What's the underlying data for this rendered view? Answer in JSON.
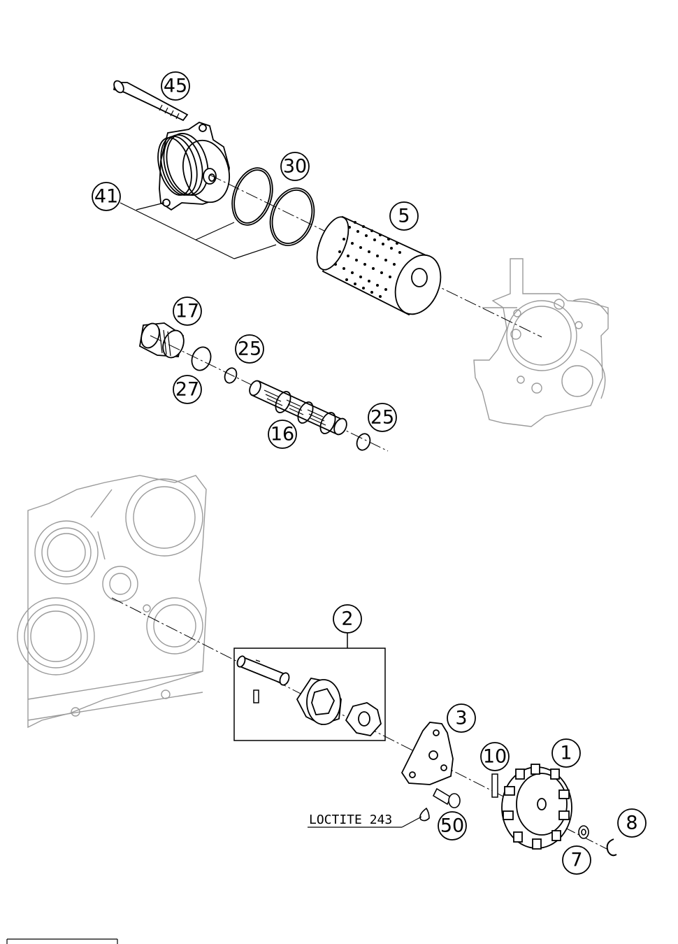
{
  "callouts": {
    "c45": "45",
    "c30": "30",
    "c41": "41",
    "c5": "5",
    "c17": "17",
    "c25a": "25",
    "c27": "27",
    "c16": "16",
    "c25b": "25",
    "c2": "2",
    "c3": "3",
    "c10": "10",
    "c1": "1",
    "c8": "8",
    "c7": "7",
    "c50": "50"
  },
  "notes": {
    "loctite": "LOCTITE 243"
  },
  "colors": {
    "line": "#000000",
    "ghost": "#9a9a9a",
    "background": "#ffffff"
  }
}
